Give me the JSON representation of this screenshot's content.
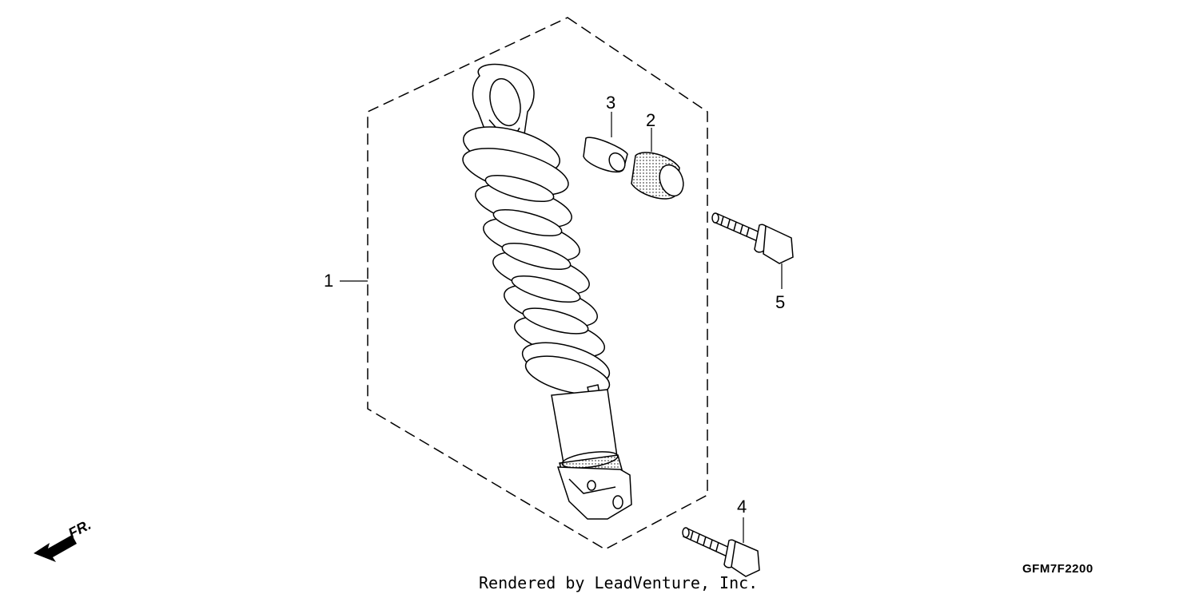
{
  "diagram": {
    "callouts": [
      {
        "id": "1",
        "text": "1"
      },
      {
        "id": "2",
        "text": "2"
      },
      {
        "id": "3",
        "text": "3"
      },
      {
        "id": "4",
        "text": "4"
      },
      {
        "id": "5",
        "text": "5"
      }
    ],
    "direction_label": "FR.",
    "drawing_code": "GFM7F2200",
    "credit": "Rendered by LeadVenture, Inc."
  }
}
